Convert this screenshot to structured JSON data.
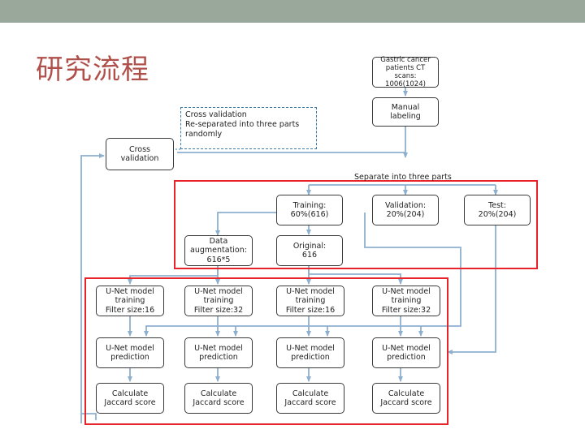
{
  "header": {
    "title": "研究流程"
  },
  "colors": {
    "topbar": "#9aa79b",
    "title": "#b0504a",
    "arrow": "#8eb0cf",
    "highlight": "#e8232a"
  },
  "boxes": {
    "source": "Gastric cancer\npatients CT scans:\n1006(1024)",
    "manual": "Manual\nlabeling",
    "cross": "Cross\nvalidation",
    "training": "Training:\n60%(616)",
    "validation": "Validation:\n20%(204)",
    "test": "Test:\n20%(204)",
    "augmentation": "Data\naugmentation:\n616*5",
    "original": "Original:\n616",
    "unet_train_1": "U-Net model\ntraining\nFilter size:16",
    "unet_train_2": "U-Net model\ntraining\nFilter size:32",
    "unet_train_3": "U-Net model\ntraining\nFilter size:16",
    "unet_train_4": "U-Net model\ntraining\nFilter size:32",
    "pred_1": "U-Net model\nprediction",
    "pred_2": "U-Net model\nprediction",
    "pred_3": "U-Net model\nprediction",
    "pred_4": "U-Net model\nprediction",
    "jac_1": "Calculate\nJaccard score",
    "jac_2": "Calculate\nJaccard score",
    "jac_3": "Calculate\nJaccard score",
    "jac_4": "Calculate\nJaccard score"
  },
  "note": {
    "cross_validation": "Cross validation\nRe-separated into three parts\nrandomly"
  },
  "labels": {
    "separate": "Separate into three parts"
  }
}
